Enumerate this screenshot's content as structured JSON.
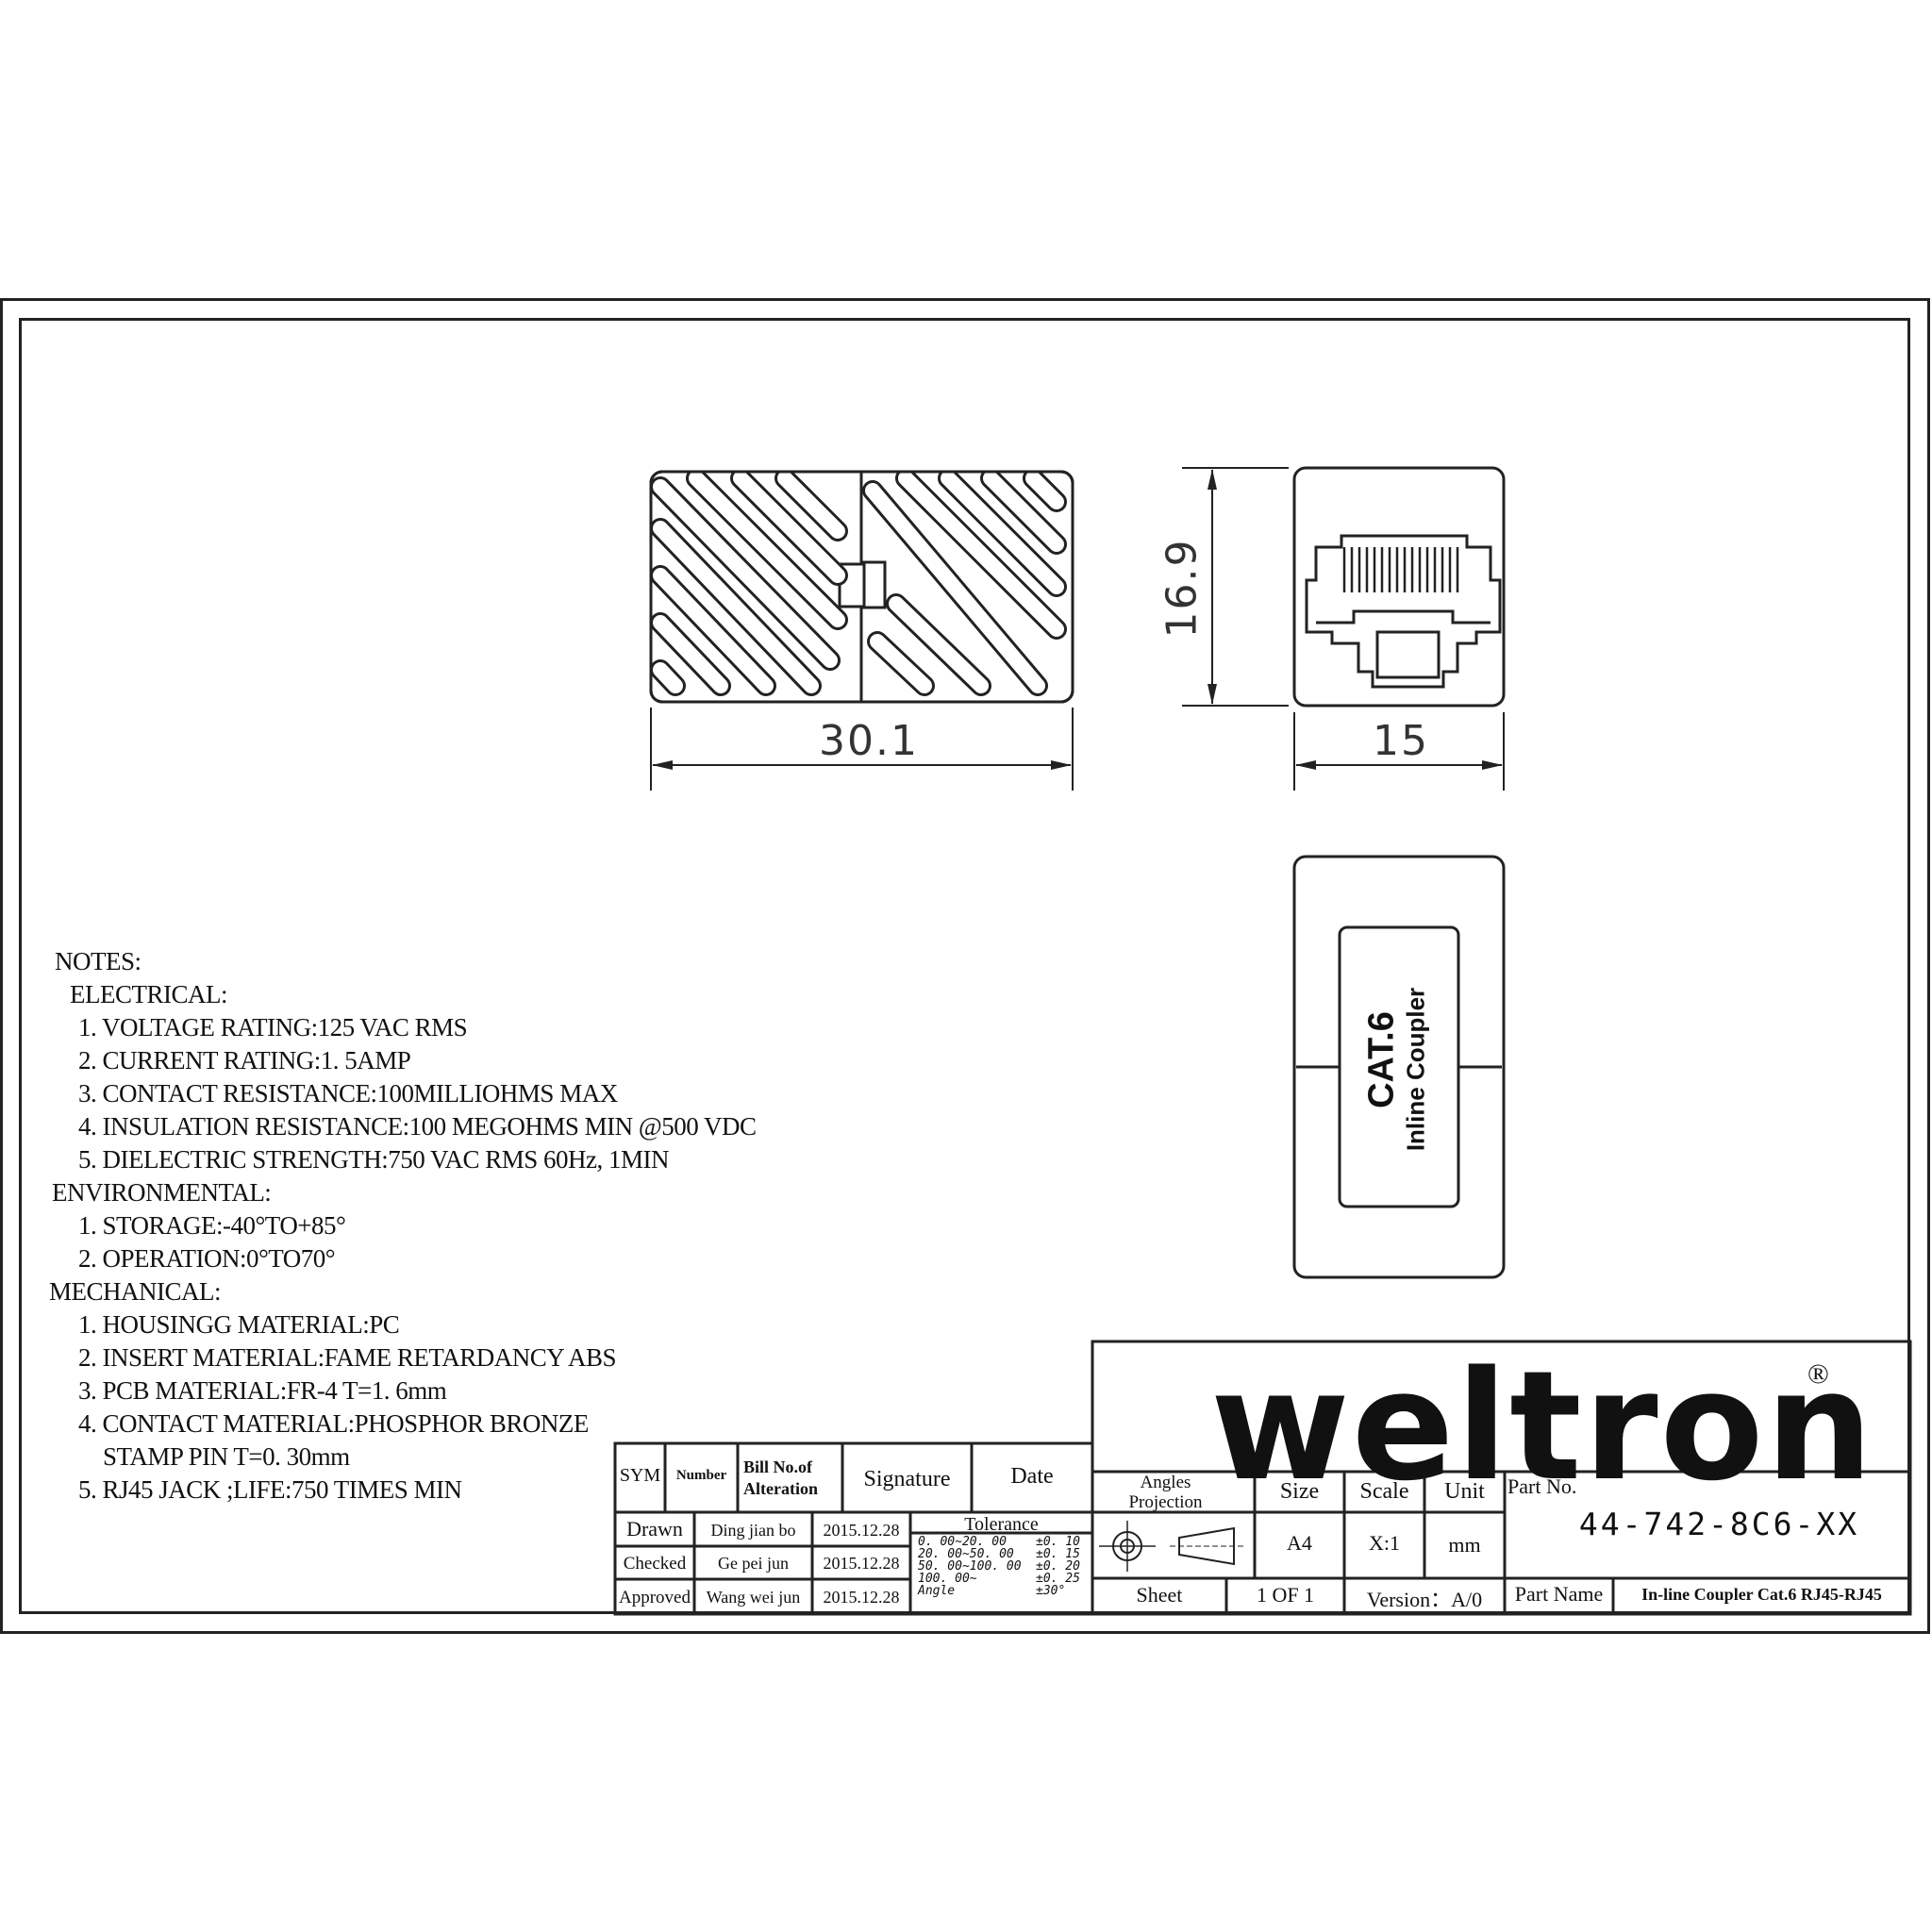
{
  "drawing": {
    "dimensions": {
      "length": "30.1",
      "height": "16.9",
      "width": "15"
    },
    "label": {
      "line1": "CAT.6",
      "line2": "Inline Coupler"
    }
  },
  "notes": {
    "title": "NOTES:",
    "electrical_title": "ELECTRICAL:",
    "electrical": [
      "1. VOLTAGE RATING:125 VAC RMS",
      "2. CURRENT RATING:1. 5AMP",
      "3. CONTACT RESISTANCE:100MILLIOHMS MAX",
      "4. INSULATION RESISTANCE:100 MEGOHMS MIN @500 VDC",
      "5. DIELECTRIC STRENGTH:750 VAC RMS 60Hz, 1MIN"
    ],
    "environmental_title": "ENVIRONMENTAL:",
    "environmental": [
      "1. STORAGE:-40°TO+85°",
      "2. OPERATION:0°TO70°"
    ],
    "mechanical_title": "MECHANICAL:",
    "mechanical": [
      "1. HOUSINGG MATERIAL:PC",
      "2. INSERT MATERIAL:FAME RETARDANCY ABS",
      "3. PCB MATERIAL:FR-4 T=1. 6mm",
      "4. CONTACT MATERIAL:PHOSPHOR BRONZE",
      "STAMP PIN T=0. 30mm",
      "5. RJ45 JACK ;LIFE:750 TIMES MIN"
    ]
  },
  "title_block": {
    "logo": "weltron",
    "registered": "®",
    "headers": {
      "sym": "SYM",
      "number": "Number",
      "bill_1": "Bill No.of",
      "bill_2": "Alteration",
      "signature": "Signature",
      "date": "Date"
    },
    "drawn_label": "Drawn",
    "drawn_name": "Ding jian bo",
    "drawn_date": "2015.12.28",
    "checked_label": "Checked",
    "checked_name": "Ge pei jun",
    "checked_date": "2015.12.28",
    "approved_label": "Approved",
    "approved_name": "Wang wei jun",
    "approved_date": "2015.12.28",
    "tolerance_title": "Tolerance",
    "tolerance_rows": [
      {
        "range": "0. 00~20. 00",
        "tol": "±0. 10"
      },
      {
        "range": "20. 00~50. 00",
        "tol": "±0. 15"
      },
      {
        "range": "50. 00~100. 00",
        "tol": "±0. 20"
      },
      {
        "range": "100. 00~",
        "tol": "±0. 25"
      },
      {
        "range": "Angle",
        "tol": "±30°"
      }
    ],
    "angles_1": "Angles",
    "angles_2": "Projection",
    "size_label": "Size",
    "size_value": "A4",
    "scale_label": "Scale",
    "scale_value": "X:1",
    "unit_label": "Unit",
    "unit_value": "mm",
    "part_no_label": "Part No.",
    "part_no_value": "44-742-8C6-XX",
    "sheet_label": "Sheet",
    "sheet_value": "1 OF 1",
    "version_label": "Version：A/0",
    "part_name_label": "Part Name",
    "part_name_value": "In-line Coupler Cat.6 RJ45-RJ45"
  }
}
